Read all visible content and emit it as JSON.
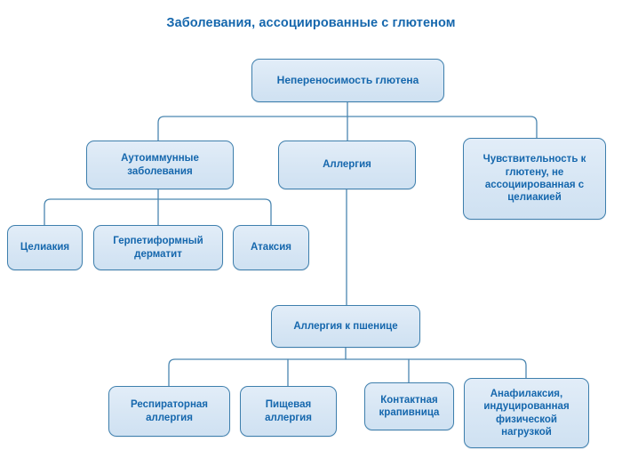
{
  "title": "Заболевания, ассоциированные с глютеном",
  "colors": {
    "title": "#1567ad",
    "node_text": "#1567ad",
    "node_border": "#3e7fad",
    "node_fill": "#dce9f5",
    "edge": "#4a86b0",
    "background": "#ffffff"
  },
  "diagram": {
    "type": "tree",
    "nodes": {
      "root": "Непереносимость глютена",
      "autoimmune": "Аутоиммунные\nзаболевания",
      "allergy": "Аллергия",
      "sensitivity": "Чувствительность к глютену, не ассоциированная с целиакией",
      "celiac": "Целиакия",
      "dermatitis": "Герпетиформный\nдерматит",
      "ataxia": "Атаксия",
      "wheat_allergy": "Аллергия к пшенице",
      "respiratory": "Респираторная\nаллергия",
      "food": "Пищевая\nаллергия",
      "contact_urticaria": "Контактная\nкрапивница",
      "anaphylaxis": "Анафилаксия,\nиндуцированная\nфизической\nнагрузкой"
    },
    "edges": [
      {
        "from": "root",
        "to": "autoimmune"
      },
      {
        "from": "root",
        "to": "allergy"
      },
      {
        "from": "root",
        "to": "sensitivity"
      },
      {
        "from": "autoimmune",
        "to": "celiac"
      },
      {
        "from": "autoimmune",
        "to": "dermatitis"
      },
      {
        "from": "autoimmune",
        "to": "ataxia"
      },
      {
        "from": "allergy",
        "to": "wheat_allergy"
      },
      {
        "from": "wheat_allergy",
        "to": "respiratory"
      },
      {
        "from": "wheat_allergy",
        "to": "food"
      },
      {
        "from": "wheat_allergy",
        "to": "contact_urticaria"
      },
      {
        "from": "wheat_allergy",
        "to": "anaphylaxis"
      }
    ]
  }
}
